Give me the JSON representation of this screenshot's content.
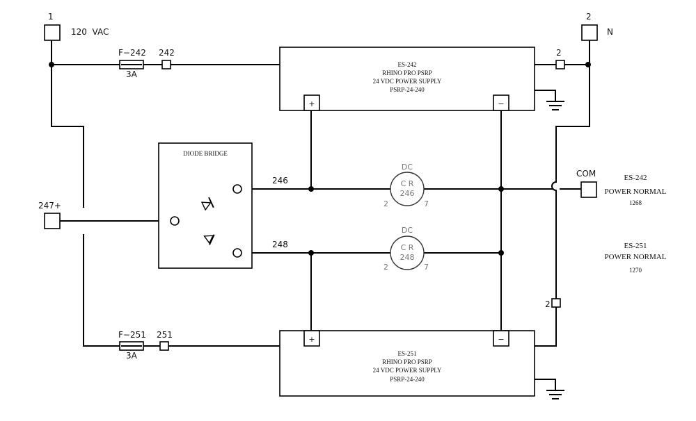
{
  "terminals": {
    "t1": {
      "number": "1",
      "label": "120  VAC"
    },
    "t2": {
      "number": "2",
      "label": "N"
    },
    "t247": {
      "label": "247+"
    },
    "com": {
      "label": "COM"
    }
  },
  "fuses": {
    "f242": {
      "name": "F−242",
      "rating": "3A",
      "wire": "242"
    },
    "f251": {
      "name": "F−251",
      "rating": "3A",
      "wire": "251"
    }
  },
  "wires": {
    "w2_top": "2",
    "w2_bottom": "2",
    "w246": "246",
    "w248": "248"
  },
  "power_supplies": {
    "ps242": {
      "lines": [
        "ES-242",
        "RHINO PRO PSRP",
        "24 VDC POWER SUPPLY",
        "PSRP-24-240"
      ],
      "plus": "+",
      "minus": "−"
    },
    "ps251": {
      "lines": [
        "ES-251",
        "RHINO PRO PSRP",
        "24 VDC POWER SUPPLY",
        "PSRP-24-240"
      ],
      "plus": "+",
      "minus": "−"
    }
  },
  "diode_bridge": {
    "title": "DIODE BRIDGE"
  },
  "relays": {
    "cr246": {
      "type": "DC",
      "line1": "C R",
      "line2": "246",
      "pin_left": "2",
      "pin_right": "7"
    },
    "cr248": {
      "type": "DC",
      "line1": "C R",
      "line2": "248",
      "pin_left": "2",
      "pin_right": "7"
    }
  },
  "notes": {
    "es242": {
      "lines": [
        "ES-242",
        "POWER NORMAL",
        "1268"
      ]
    },
    "es251": {
      "lines": [
        "ES-251",
        "POWER NORMAL",
        "1270"
      ]
    }
  },
  "colors": {
    "line": "#000000",
    "component_text": "#777777"
  }
}
